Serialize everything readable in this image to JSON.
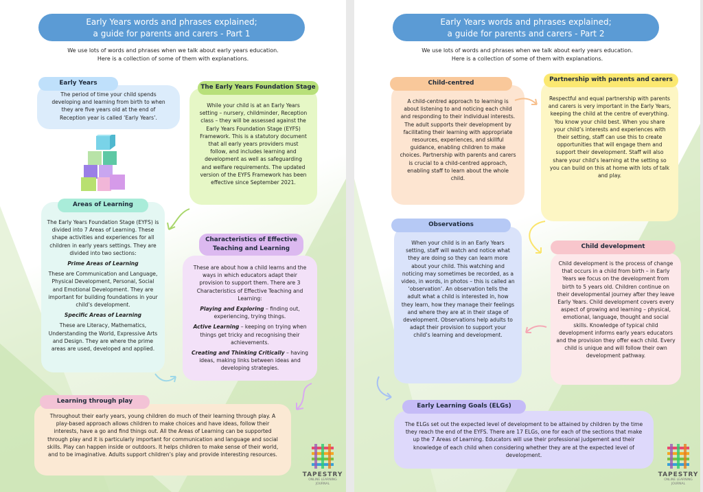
{
  "left": {
    "title_line1": "Early Years words and phrases explained;",
    "title_line2": "a guide for parents and carers - Part 1",
    "intro_line1": "We use lots of words and phrases when we talk about early years education.",
    "intro_line2": "Here is a collection of some of them with explanations.",
    "early_years": {
      "label": "Early Years",
      "text": "The period of time your child spends developing and learning from birth to when they are five years old at the end of Reception year is called ‘Early Years’."
    },
    "eyfs": {
      "label": "The Early Years Foundation Stage",
      "text": "While your child is at an Early Years setting – nursery, childminder, Reception class – they will be assessed against the Early Years Foundation Stage (EYFS) Framework. This is a statutory document that all early years providers must follow, and includes learning and development as well as safeguarding and welfare requirements. The updated version of the EYFS Framework has been effective since September 2021."
    },
    "areas": {
      "label": "Areas of Learning",
      "text": "The Early Years Foundation Stage (EYFS) is divided into 7 Areas of Learning. These shape activities and experiences for all children in early years settings. They are divided into two sections:",
      "prime_heading": "Prime Areas of Learning",
      "prime_text": "These are Communication and Language, Physical Development, Personal, Social and Emotional Development. They are important for building foundations in your child’s development.",
      "specific_heading": "Specific Areas of Learning",
      "specific_text": "These are Literacy, Mathematics, Understanding the World, Expressive Arts and Design. They are where the prime areas are used, developed and applied."
    },
    "characteristics": {
      "label_line1": "Characteristics of Effective",
      "label_line2": "Teaching and Learning",
      "text": "These are about how a child learns and the ways in which educators adapt their provision to support them. There are 3 Characteristics of Effective Teaching and Learning:",
      "item1_bold": "Playing and Exploring",
      "item1_text": " – finding out, experiencing, trying things.",
      "item2_bold": "Active Learning",
      "item2_text": " – keeping on trying when things get tricky and recognising their achievements.",
      "item3_bold": "Creating and Thinking Critically",
      "item3_text": " – having ideas, making links between ideas and developing strategies."
    },
    "play": {
      "label": "Learning through play",
      "text": "Throughout their early years, young children do much of their learning through play. A play-based approach allows children to make choices and have ideas, follow their interests, have a go and find things out. All the Areas of Learning can be supported through play and it is particularly important for communication and language and social skills. Play can happen inside or outdoors. It helps children to make sense of their world, and to be imaginative. Adults support children’s play and provide interesting resources."
    },
    "logo_name": "TAPESTRY",
    "logo_sub": "ONLINE LEARNING JOURNAL"
  },
  "right": {
    "title_line1": "Early Years words and phrases explained;",
    "title_line2": "a guide for parents and carers - Part 2",
    "intro_line1": "We use lots of words and phrases when we talk about early years education.",
    "intro_line2": "Here is a collection of some of them with explanations.",
    "child_centred": {
      "label": "Child-centred",
      "text": "A child-centred approach to learning is about listening to and noticing each child and responding to their individual interests. The adult supports their development by facilitating their learning with appropriate resources, experiences, and skillful guidance, enabling children to make choices. Partnership with parents and carers is crucial to a child-centred approach, enabling staff to learn about the whole child."
    },
    "partnership": {
      "label": "Partnership with parents and carers",
      "text": "Respectful and equal partnership with parents and carers is very important in the Early Years, keeping the child at the centre of everything. You know your child best. When you share your child’s interests and experiences with their setting, staff can use this to create opportunities that will engage them and support their development. Staff will also share your child’s learning at the setting so you can build on this at home with lots of talk and play."
    },
    "observations": {
      "label": "Observations",
      "text": "When your child is in an Early Years setting, staff will watch and notice what they are doing so they can learn more about your child. This watching and noticing may sometimes be recorded, as a video, in words, in photos – this is called an ‘observation’. An observation tells the adult what a child is interested in, how they learn, how they manage their feelings and where they are at in their stage of development. Observations help adults to adapt their provision to support your child’s learning and development."
    },
    "child_dev": {
      "label": "Child development",
      "text": "Child development is the process of change that occurs in a child from birth – in Early Years we focus on the development from birth to 5 years old. Children continue on their developmental journey after they leave Early Years. Child development covers every aspect of growing and learning – physical, emotional, language, thought and social skills. Knowledge of typical child development informs early years educators and the provision they offer each child. Every child is unique and will follow their own development pathway."
    },
    "elgs": {
      "label": "Early Learning Goals (ELGs)",
      "text": "The ELGs set out the expected level of development to be attained by children by the time they reach the end of the EYFS. There are 17 ELGs, one for each of the sections that make up the 7 Areas of Learning. Educators will use their professional judgement and their knowledge of each child when considering whether they are at the expected level of development."
    },
    "logo_name": "TAPESTRY",
    "logo_sub": "ONLINE LEARNING JOURNAL"
  },
  "colors": {
    "title_blue": "#5b9bd5",
    "early_years_fill": "#dcecfb",
    "eyfs_fill": "#e6f7c6",
    "areas_fill": "#e4f7f3",
    "characteristics_fill": "#f3e1f8",
    "play_fill": "#fbe9d4",
    "child_centred_fill": "#fde5d1",
    "partnership_fill": "#fdf6c4",
    "observations_fill": "#dae3fa",
    "child_dev_fill": "#fde8ea",
    "elgs_fill": "#ded9fb"
  }
}
